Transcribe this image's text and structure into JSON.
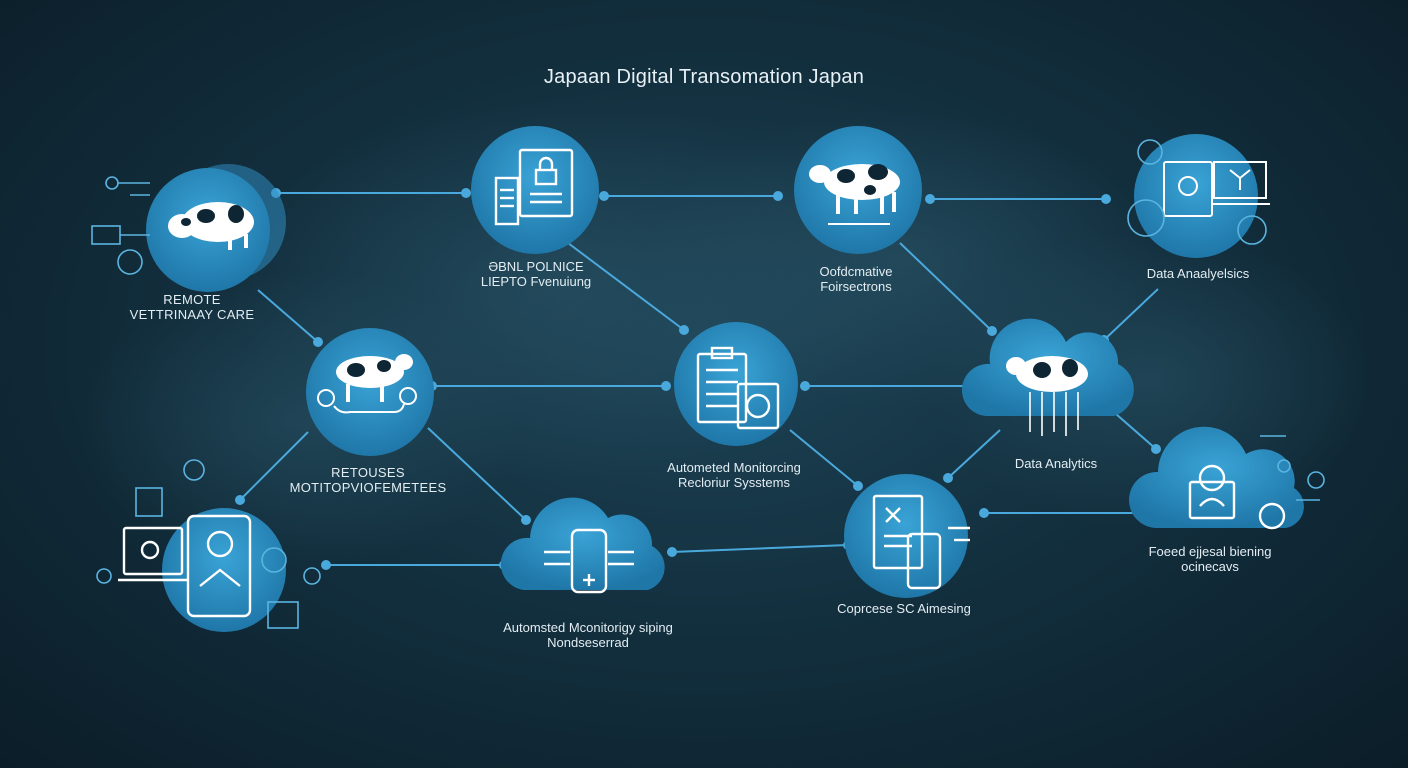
{
  "title": "Japaan Digital Transomation Japan",
  "colors": {
    "background": "#13303f",
    "node_fill": "#2a8ec3",
    "node_light": "#5bb4e0",
    "line": "#4aa9dc",
    "text": "#e3edf2"
  },
  "nodes": [
    {
      "id": "remote-vet",
      "icon": "cow-icon",
      "label": [
        "REMOTE",
        "VETTRINAAY CARE"
      ]
    },
    {
      "id": "lepto",
      "icon": "document-lock-icon",
      "label": [
        "ƏBNL POLNICE",
        "LIEPTO Fvenuiung"
      ]
    },
    {
      "id": "coordinative",
      "icon": "cow-icon",
      "label": [
        "Oofdcmative",
        "Foirsectrons"
      ]
    },
    {
      "id": "data-analytics-1",
      "icon": "computer-gears-icon",
      "label": [
        "Data Anaalyelsics"
      ]
    },
    {
      "id": "retouses",
      "icon": "cow-monitor-icon",
      "label": [
        "RETOUSES",
        "MOTITOPVIOFEMETEES"
      ]
    },
    {
      "id": "automated-monitoring",
      "icon": "clipboard-icon",
      "label": [
        "Autometed Monitorcing",
        "Recloriur Sysstems"
      ]
    },
    {
      "id": "data-analytics-2",
      "icon": "cloud-cow-icon",
      "label": [
        "Data Analytics"
      ]
    },
    {
      "id": "mobile-devices",
      "icon": "mobile-devices-icon",
      "label": []
    },
    {
      "id": "automated-monitorigy",
      "icon": "cloud-medical-icon",
      "label": [
        "Automsted Mconitorigy siping",
        "Nondseserrad"
      ]
    },
    {
      "id": "coprcese",
      "icon": "document-phone-icon",
      "label": [
        "Coprcese SC Aimesing"
      ]
    },
    {
      "id": "food-cloud",
      "icon": "cloud-lock-icon",
      "label": [
        "Foeed ejjesal biening",
        "ocinecavs"
      ]
    }
  ]
}
